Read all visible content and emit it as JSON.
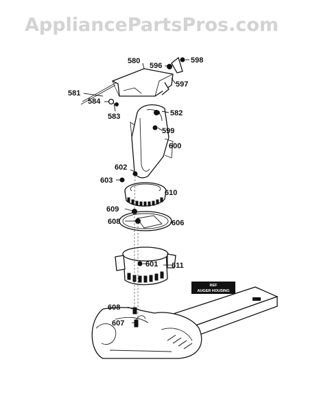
{
  "watermark": {
    "text": "AppliancePartsPros.com",
    "color": "#d3d3d3"
  },
  "ref_label": {
    "line1": "REF",
    "line2": "AUGER HOUSING"
  },
  "callouts": {
    "p580": "580",
    "p581": "581",
    "p582": "582",
    "p583": "583",
    "p584": "584",
    "p596": "596",
    "p597": "597",
    "p598": "598",
    "p599": "599",
    "p600": "600",
    "p601": "601",
    "p602": "602",
    "p603": "603",
    "p606": "606",
    "p607": "607",
    "p608a": "608",
    "p608b": "608",
    "p609": "609",
    "p610": "610",
    "p611": "611"
  },
  "colors": {
    "line": "#111111",
    "fill": "#ffffff"
  }
}
